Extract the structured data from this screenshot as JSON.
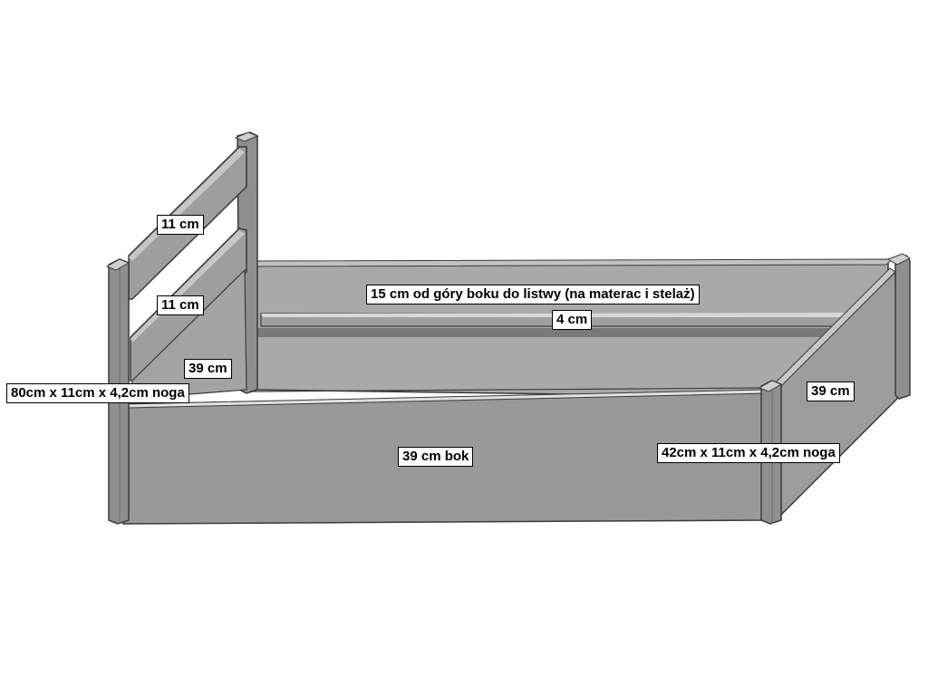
{
  "colors": {
    "wood": "#9a9a9a",
    "wood_light": "#b0b0b0",
    "wood_dark": "#6a6a6a",
    "inner_panel": "#a6a6a6",
    "outline": "#3a3a3a",
    "label_bg": "#ffffff"
  },
  "labels": {
    "rail_upper": "11 cm",
    "rail_lower": "11 cm",
    "headboard_height": "39 cm",
    "leg_long": "80cm x 11cm x 4,2cm noga",
    "slat_offset": "15 cm od góry boku do listwy (na materac i stelaż)",
    "slat_width": "4 cm",
    "end_side_height": "39 cm",
    "side_board": "39 cm bok",
    "leg_short": "42cm x 11cm x 4,2cm noga"
  }
}
